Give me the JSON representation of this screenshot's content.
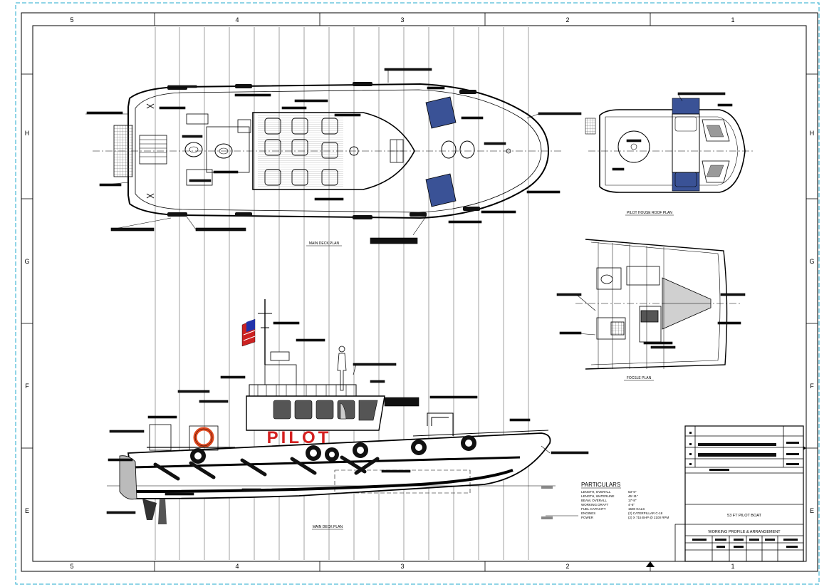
{
  "grid": {
    "columns": [
      "5",
      "4",
      "3",
      "2",
      "1"
    ],
    "rows": [
      "H",
      "G",
      "F",
      "E"
    ]
  },
  "views": {
    "main_deck_plan": "MAIN DECK PLAN",
    "pilot_house_roof_plan": "PILOT HOUSE ROOF PLAN",
    "focsle_plan": "FOCSLE PLAN",
    "profile": "MAIN DECK PLAN"
  },
  "hull_marking": "PILOT",
  "particulars": {
    "title": "PARTICULARS",
    "rows": [
      {
        "label": "LENGTH, OVERALL",
        "value": "53'-6\""
      },
      {
        "label": "LENGTH, WATERLINE",
        "value": "45'-11\""
      },
      {
        "label": "BEAM, OVERALL",
        "value": "17'-8\""
      },
      {
        "label": "WORKING DRAFT",
        "value": "4'-6\""
      },
      {
        "label": "FUEL CAPACITY",
        "value": "1500 GALS"
      },
      {
        "label": "ENGINES",
        "value": "(2) CATERPILLAR C-18"
      },
      {
        "label": "POWER",
        "value": "(2) X 715 BHP @ 2100 RPM"
      }
    ]
  },
  "title_block": {
    "project": "53 FT PILOT BOAT",
    "drawing": "WORKING PROFILE & ARRANGEMENT"
  },
  "colors": {
    "border_dashed": "#22aacc",
    "line": "#000000",
    "hatch_panel": "#3a5296",
    "hull_text": "#d42020",
    "flag_red": "#cc2222",
    "flag_blue": "#2233aa",
    "lifering": "#e0481f"
  }
}
